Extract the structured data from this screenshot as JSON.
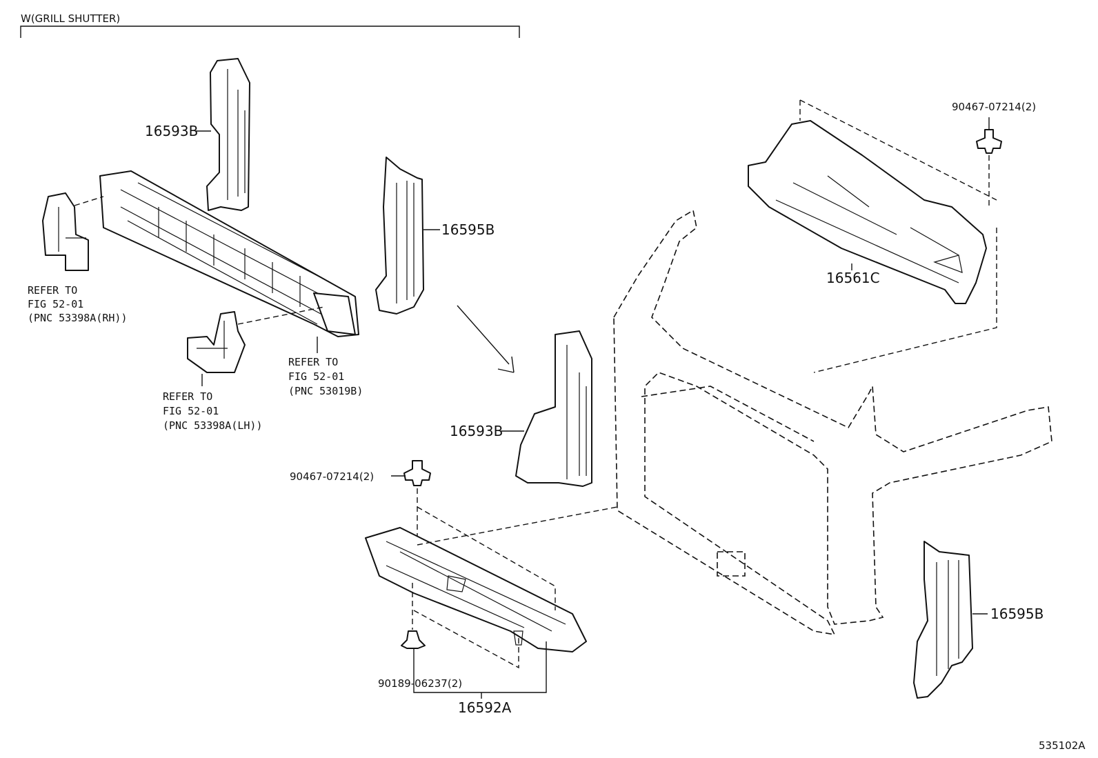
{
  "header": {
    "group_label": "W(GRILL SHUTTER)"
  },
  "callouts": {
    "p16593B_top": "16593B",
    "p16595B_mid": "16595B",
    "p16561C": "16561C",
    "clip_right": "90467-07214(2)",
    "clip_left": "90467-07214(2)",
    "p16593B_mid": "16593B",
    "clip_bottom": "90189-06237(2)",
    "p16592A": "16592A",
    "p16595B_bottom": "16595B"
  },
  "references": {
    "rh": {
      "line1": "REFER TO",
      "line2": "FIG 52-01",
      "line3": "(PNC 53398A(RH))"
    },
    "b": {
      "line1": "REFER TO",
      "line2": "FIG 52-01",
      "line3": "(PNC 53019B)"
    },
    "lh": {
      "line1": "REFER TO",
      "line2": "FIG 52-01",
      "line3": "(PNC 53398A(LH))"
    }
  },
  "footer": {
    "diagram_id": "535102A"
  }
}
